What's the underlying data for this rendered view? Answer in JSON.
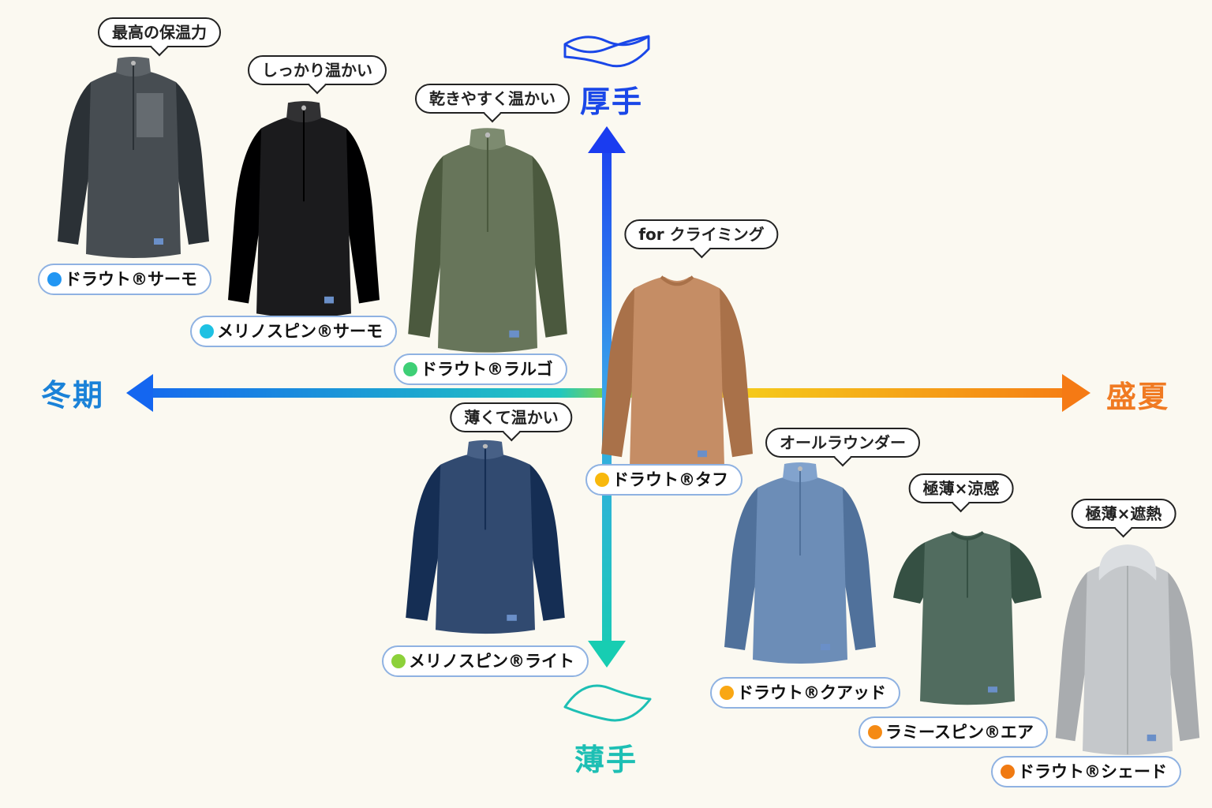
{
  "axes": {
    "top": {
      "label": "厚手",
      "color": "#1a47e8"
    },
    "bottom": {
      "label": "薄手",
      "color": "#1dbfb4"
    },
    "left": {
      "label": "冬期",
      "color": "#1a82d8"
    },
    "right": {
      "label": "盛夏",
      "color": "#f07a22"
    }
  },
  "products": [
    {
      "name": "ドラウト®サーモ",
      "tagline": "最高の保温力",
      "dot_color": "#2196f3",
      "garment_color": "#474d52",
      "garment_style": "zip-pocket"
    },
    {
      "name": "メリノスピン®サーモ",
      "tagline": "しっかり温かい",
      "dot_color": "#1ec1e3",
      "garment_color": "#1b1b1d",
      "garment_style": "zip"
    },
    {
      "name": "ドラウト®ラルゴ",
      "tagline": "乾きやすく温かい",
      "dot_color": "#3ecf76",
      "garment_color": "#67755a",
      "garment_style": "zip"
    },
    {
      "name": "ドラウト®タフ",
      "tagline": "for クライミング",
      "dot_color": "#f8b80d",
      "garment_color": "#c58d65",
      "garment_style": "crew"
    },
    {
      "name": "メリノスピン®ライト",
      "tagline": "薄くて温かい",
      "dot_color": "#8cd13a",
      "garment_color": "#314a70",
      "garment_style": "zip"
    },
    {
      "name": "ドラウト®クアッド",
      "tagline": "オールラウンダー",
      "dot_color": "#f9a714",
      "garment_color": "#6c8db7",
      "garment_style": "zip"
    },
    {
      "name": "ラミースピン®エア",
      "tagline": "極薄×涼感",
      "dot_color": "#f58a14",
      "garment_color": "#516c5f",
      "garment_style": "tee"
    },
    {
      "name": "ドラウト®シェード",
      "tagline": "極薄×遮熱",
      "dot_color": "#f07a12",
      "garment_color": "#c5c8cb",
      "garment_style": "hoodie"
    }
  ]
}
